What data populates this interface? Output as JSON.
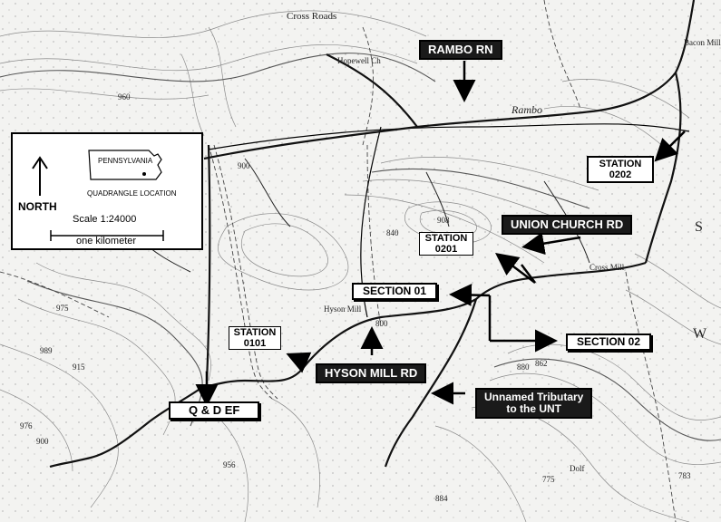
{
  "map": {
    "labels": {
      "rambo_rn": "RAMBO RN",
      "union_church_rd": "UNION CHURCH RD",
      "section_01": "SECTION 01",
      "section_02": "SECTION 02",
      "hyson_mill_rd": "HYSON MILL RD",
      "unnamed_tributary_1": "Unnamed Tributary",
      "unnamed_tributary_2": "to the UNT",
      "qdef": "Q & D EF",
      "station_0101_a": "STATION",
      "station_0101_b": "0101",
      "station_0201_a": "STATION",
      "station_0201_b": "0201",
      "station_0202_a": "STATION",
      "station_0202_b": "0202"
    },
    "place_names": {
      "cross_roads": "Cross Roads",
      "hopewell_ch": "Hopewell Ch",
      "rambo": "Rambo",
      "cross_mill": "Cross Mill",
      "hyson_mill": "Hyson Mill",
      "dolf": "Dolf",
      "bacon_mill": "Bacon Mill",
      "s": "S",
      "w": "W"
    },
    "elevations": [
      "960",
      "900",
      "900",
      "840",
      "908",
      "800",
      "880",
      "862",
      "975",
      "989",
      "915",
      "976",
      "956",
      "884",
      "775",
      "783"
    ],
    "legend": {
      "state": "PENNSYLVANIA",
      "quadrangle": "QUADRANGLE LOCATION",
      "north": "NORTH",
      "scale": "Scale 1:24000",
      "kilometer": "one kilometer"
    }
  }
}
